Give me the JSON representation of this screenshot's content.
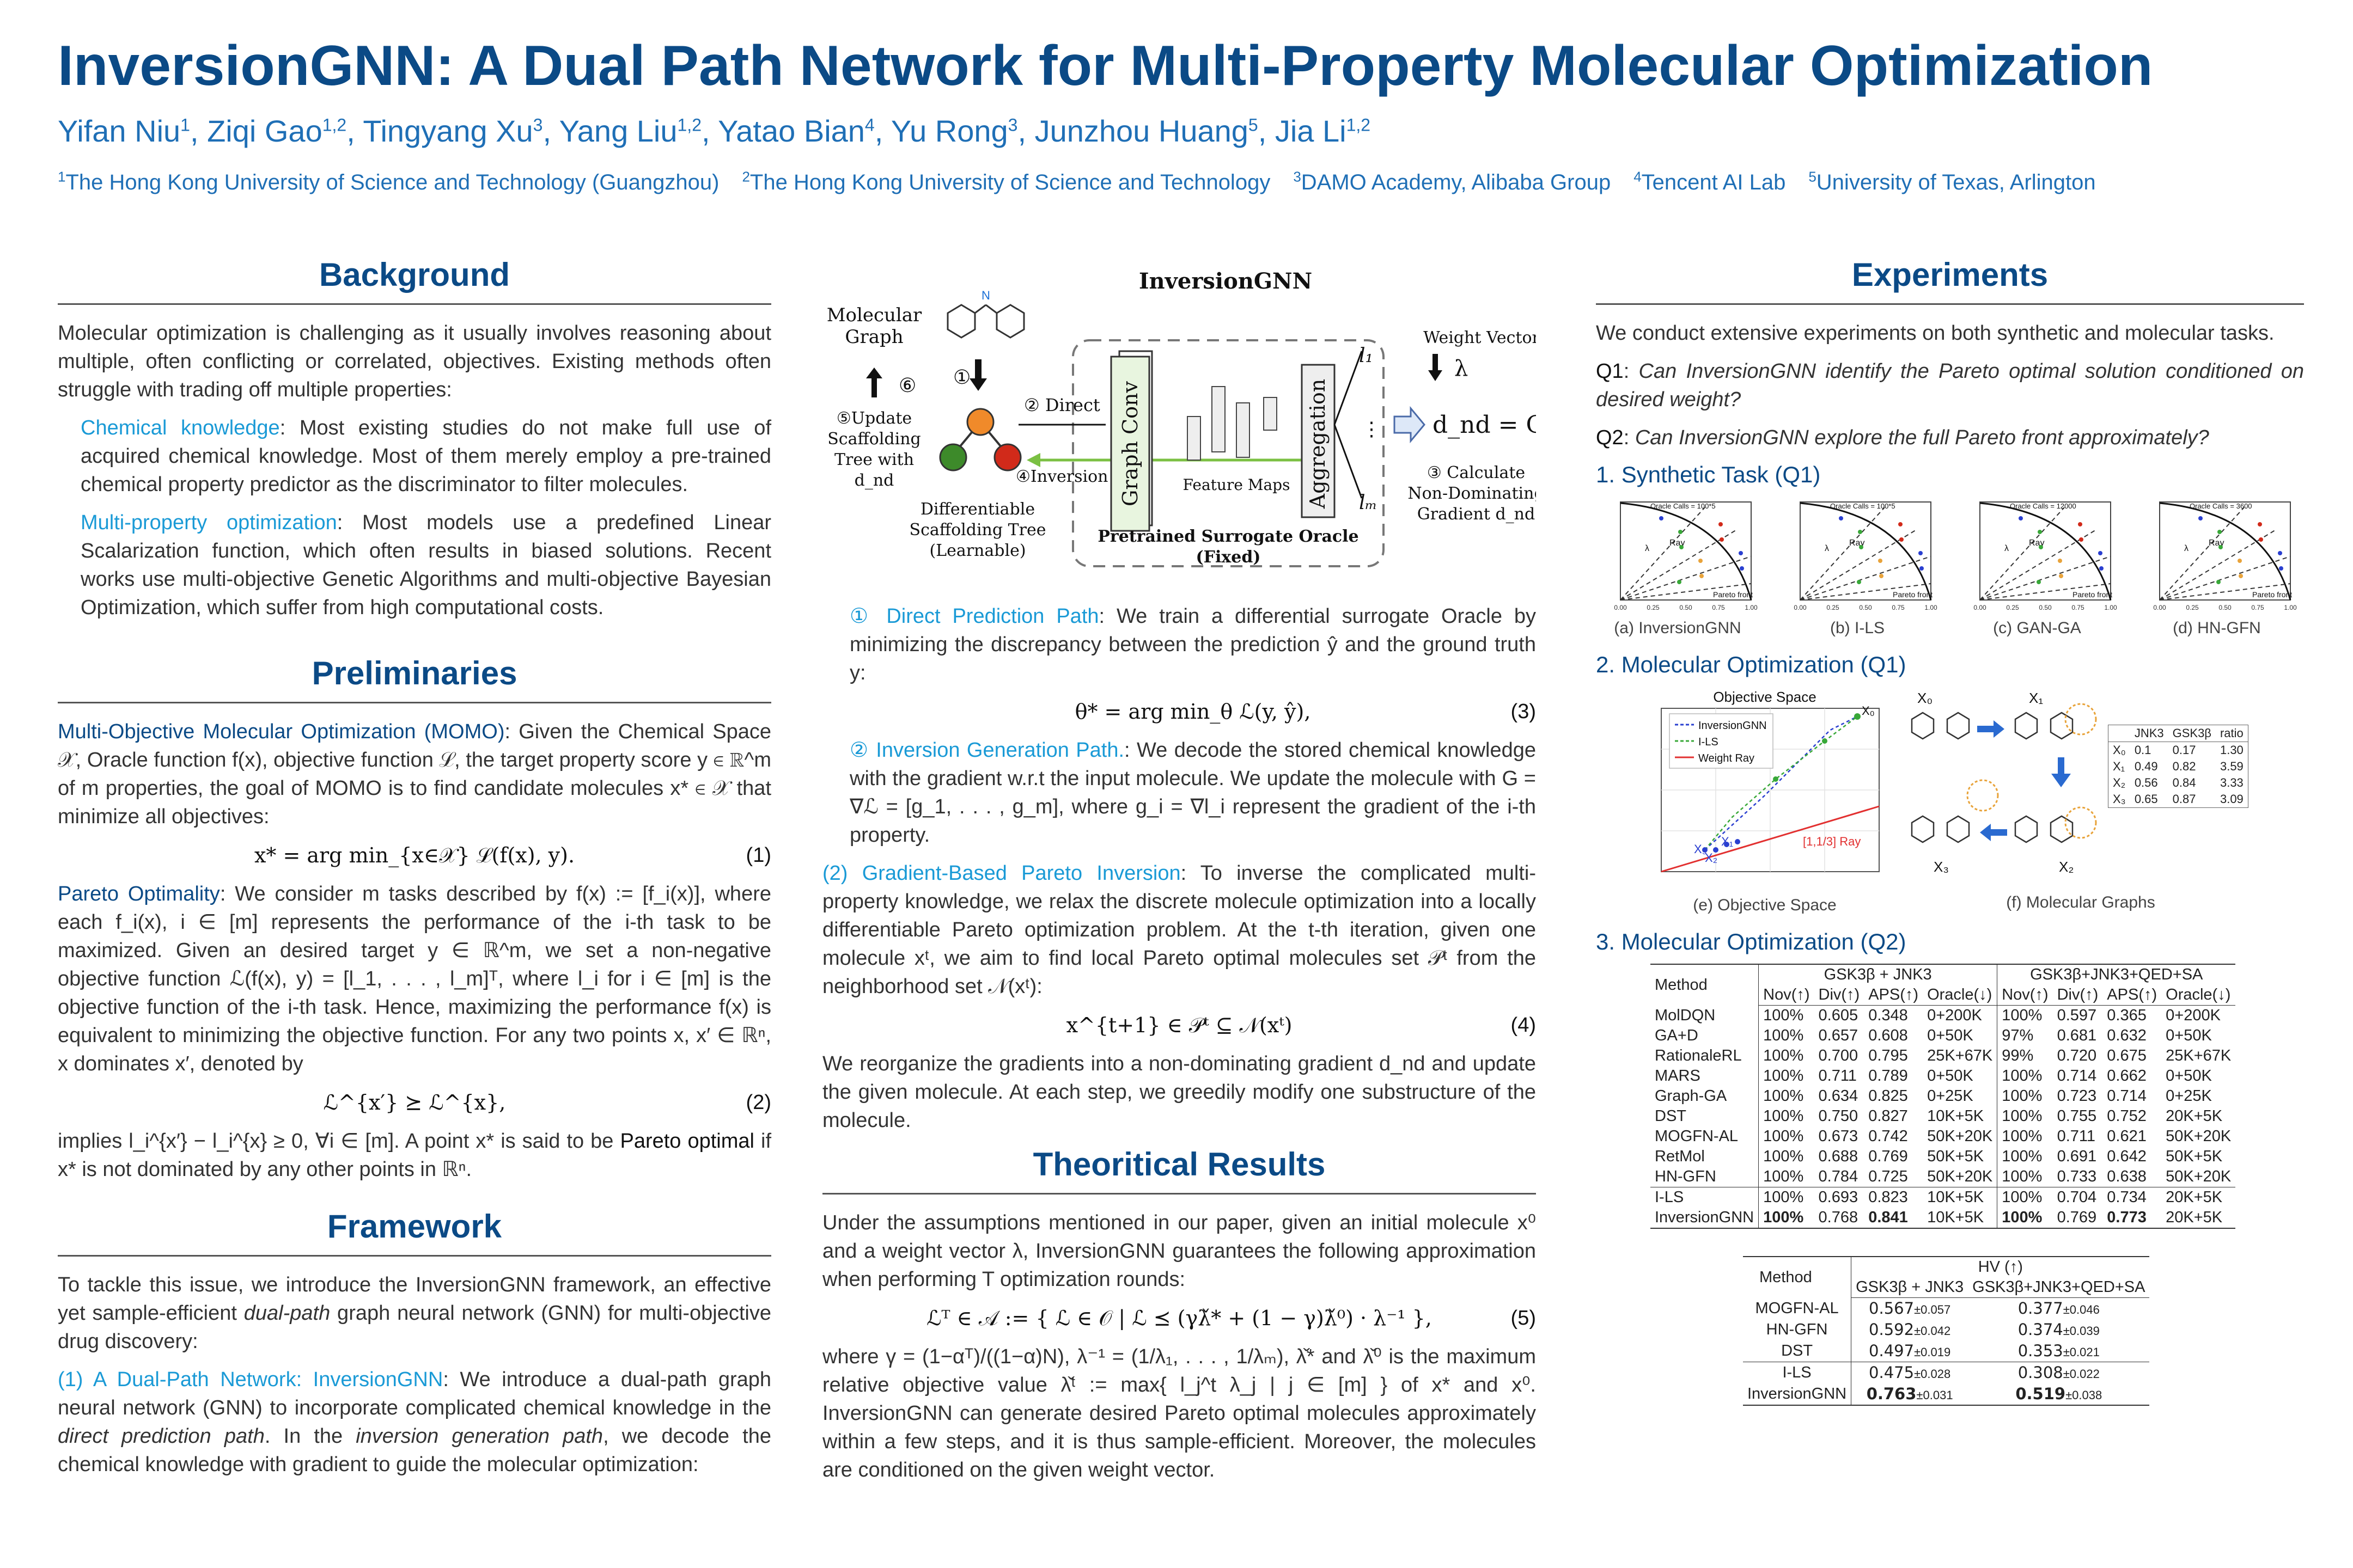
{
  "header": {
    "title": "InversionGNN: A Dual Path Network for Multi-Property Molecular Optimization",
    "authors": [
      {
        "name": "Yifan Niu",
        "sup": "1"
      },
      {
        "name": "Ziqi Gao",
        "sup": "1,2"
      },
      {
        "name": "Tingyang Xu",
        "sup": "3"
      },
      {
        "name": "Yang Liu",
        "sup": "1,2"
      },
      {
        "name": "Yatao Bian",
        "sup": "4"
      },
      {
        "name": "Yu Rong",
        "sup": "3"
      },
      {
        "name": "Junzhou Huang",
        "sup": "5"
      },
      {
        "name": "Jia Li",
        "sup": "1,2"
      }
    ],
    "affiliations": [
      {
        "sup": "1",
        "name": "The Hong Kong University of Science and Technology (Guangzhou)"
      },
      {
        "sup": "2",
        "name": "The Hong Kong University of Science and Technology"
      },
      {
        "sup": "3",
        "name": "DAMO Academy, Alibaba Group"
      },
      {
        "sup": "4",
        "name": "Tencent AI Lab"
      },
      {
        "sup": "5",
        "name": "University of Texas, Arlington"
      }
    ]
  },
  "background": {
    "heading": "Background",
    "intro": "Molecular optimization is challenging as it usually involves reasoning about multiple, often conflicting or correlated, objectives. Existing methods often struggle with trading off multiple properties:",
    "item1_label": "Chemical knowledge",
    "item1_text": ": Most existing studies do not make full use of acquired chemical knowledge. Most of them merely employ a pre-trained chemical property predictor as the discriminator to filter molecules.",
    "item2_label": "Multi-property optimization",
    "item2_text": ": Most models use a predefined Linear Scalarization function, which often results in biased solutions. Recent works use multi-objective Genetic Algorithms and multi-objective Bayesian Optimization, which suffer from high computational costs."
  },
  "preliminaries": {
    "heading": "Preliminaries",
    "momo_label": "Multi-Objective Molecular Optimization (MOMO)",
    "momo_text": ": Given the Chemical Space 𝒳, Oracle function f(x), objective function ℒ, the target property score y ∈ ℝ^m of m properties, the goal of MOMO is to find candidate molecules x* ∈ 𝒳 that minimize all objectives:",
    "eq1": "x* = arg min_{x∈𝒳} ℒ(f(x), y).",
    "eq1_num": "(1)",
    "pareto_label": "Pareto Optimality",
    "pareto_text": ": We consider m tasks described by f(x) := [f_i(x)], where each f_i(x), i ∈ [m] represents the performance of the i-th task to be maximized. Given an desired target y ∈ ℝ^m, we set a non-negative objective function ℒ(f(x), y) = [l_1, . . . , l_m]ᵀ, where l_i for i ∈ [m] is the objective function of the i-th task. Hence, maximizing the performance f(x) is equivalent to minimizing the objective function. For any two points x, x′ ∈ ℝⁿ, x dominates x′, denoted by",
    "eq2": "ℒ^{x′} ⪰ ℒ^{x},",
    "eq2_num": "(2)",
    "pareto_tail_pre": "implies l_i^{x′} − l_i^{x} ≥ 0, ∀i ∈ [m]. A point x* is said to be ",
    "pareto_tail_label": "Pareto optimal",
    "pareto_tail_post": " if x* is not dominated by any other points in ℝⁿ."
  },
  "framework": {
    "heading": "Framework",
    "intro_pre": "To tackle this issue, we introduce the InversionGNN framework, an effective yet sample-efficient ",
    "intro_em": "dual-path",
    "intro_post": " graph neural network (GNN) for multi-objective drug discovery:",
    "dual_label": "(1) A Dual-Path Network: InversionGNN",
    "dual_text_1": ": We introduce a dual-path graph neural network (GNN) to incorporate complicated chemical knowledge in the ",
    "dual_em1": "direct prediction path",
    "dual_text_2": ". In the ",
    "dual_em2": "inversion generation path",
    "dual_text_3": ", we decode the chemical knowledge with gradient to guide the molecular optimization:"
  },
  "diagram": {
    "title": "InversionGNN",
    "molecular_graph": "Molecular Graph",
    "step1": "①",
    "step6": "⑥",
    "step5_line1": "⑤Update",
    "step5_line2": "Scaffolding",
    "step5_line3": "Tree with",
    "step5_line4": "d_nd",
    "diff_tree_1": "Differentiable",
    "diff_tree_2": "Scaffolding Tree",
    "diff_tree_3": "(Learnable)",
    "direct": "② Direct",
    "inversion": "④Inversion",
    "graph_conv": "Graph Conv",
    "feature_maps": "Feature Maps",
    "aggregation": "Aggregation",
    "oracle_1": "Pretrained Surrogate Oracle",
    "oracle_2": "(Fixed)",
    "l1": "l₁",
    "lm": "lₘ",
    "weight_vector": "Weight Vector",
    "lambda": "λ",
    "dnd_eq": "d_nd = Gβ",
    "calc_1": "③ Calculate",
    "calc_2": "Non-Dominating",
    "calc_3": "Gradient d_nd"
  },
  "middle": {
    "direct_label": "① Direct Prediction Path",
    "direct_text": ": We train a differential surrogate Oracle by minimizing the discrepancy between the prediction ŷ and the ground truth y:",
    "eq3": "θ* = arg min_θ ℒ(y, ŷ),",
    "eq3_num": "(3)",
    "inv_label": "② Inversion Generation Path.",
    "inv_text": ": We decode the stored chemical knowledge with the gradient w.r.t the input molecule. We update the molecule with G = ∇ℒ = [g_1, . . . , g_m], where g_i = ∇l_i represent the gradient of the i-th property.",
    "gbpi_label": "(2) Gradient-Based Pareto Inversion",
    "gbpi_text": ": To inverse the complicated multi-property knowledge, we relax the discrete molecule optimization into a locally differentiable Pareto optimization problem. At the t-th iteration, given one molecule xᵗ, we aim to find local Pareto optimal molecules set 𝒫ᵗ from the neighborhood set 𝒩(xᵗ):",
    "eq4": "x^{t+1} ∈ 𝒫ᵗ ⊆ 𝒩(xᵗ)",
    "eq4_num": "(4)",
    "reorg_text": "We reorganize the gradients into a non-dominating gradient d_nd and update the given molecule. At each step, we greedily modify one substructure of the molecule.",
    "theory_heading": "Theoritical Results",
    "theory_text": "Under the assumptions mentioned in our paper, given an initial molecule x⁰ and a weight vector λ, InversionGNN guarantees the following approximation when performing T optimization rounds:",
    "eq5": "ℒᵀ ∈ 𝒜 := { ℒ ∈ 𝒪 | ℒ ⪯ (γλ̌* + (1 − γ)λ̌⁰) · λ⁻¹ },",
    "eq5_num": "(5)",
    "theory_tail": "where γ = (1−αᵀ)/((1−α)N), λ⁻¹ = (1/λ₁, . . . , 1/λₘ), λ̌* and λ̌⁰ is the maximum relative objective value λ̌ᵗ := max{ l_j^t λ_j | j ∈ [m] } of x* and x⁰. InversionGNN can generate desired Pareto optimal molecules approximately within a few steps, and it is thus sample-efficient. Moreover, the molecules are conditioned on the given weight vector."
  },
  "experiments": {
    "heading": "Experiments",
    "intro": "We conduct extensive experiments on both synthetic and molecular tasks.",
    "q1_label": "Q1",
    "q1_text": "Can InversionGNN identify the Pareto optimal solution conditioned on desired weight?",
    "q2_label": "Q2",
    "q2_text": "Can InversionGNN explore the full Pareto front approximately?",
    "sub1": "1. Synthetic Task (Q1)",
    "sub2": "2. Molecular Optimization (Q1)",
    "sub3": "3. Molecular Optimization (Q2)",
    "synthetic_plots": [
      {
        "caption": "(a) InversionGNN",
        "oracle": "Oracle Calls = 100*5"
      },
      {
        "caption": "(b) I-LS",
        "oracle": "Oracle Calls = 100*5"
      },
      {
        "caption": "(c) GAN-GA",
        "oracle": "Oracle Calls = 12000"
      },
      {
        "caption": "(d) HN-GFN",
        "oracle": "Oracle Calls = 3600"
      }
    ],
    "plot_ray": "Ray",
    "plot_front": "Pareto front",
    "plot_ticks_x": [
      "0.00",
      "0.25",
      "0.50",
      "0.75",
      "1.00"
    ],
    "plot_lambda": "λ",
    "obj_space_caption": "(e) Objective Space",
    "obj_space_title": "Objective Space",
    "obj_legend": [
      "InversionGNN",
      "I-LS",
      "Weight Ray"
    ],
    "obj_ray_label": "[1,1/3] Ray",
    "mol_graph_caption": "(f) Molecular Graphs",
    "mol_labels": [
      "X₀",
      "X₁",
      "X₂",
      "X₃"
    ],
    "mini_table": {
      "headers": [
        "",
        "JNK3",
        "GSK3β",
        "ratio"
      ],
      "rows": [
        [
          "X₀",
          "0.1",
          "0.17",
          "1.30"
        ],
        [
          "X₁",
          "0.49",
          "0.82",
          "3.59"
        ],
        [
          "X₂",
          "0.56",
          "0.84",
          "3.33"
        ],
        [
          "X₃",
          "0.65",
          "0.87",
          "3.09"
        ]
      ]
    },
    "table1": {
      "method_header": "Method",
      "group1": "GSK3β + JNK3",
      "group2": "GSK3β+JNK3+QED+SA",
      "subheaders": [
        "Nov(↑)",
        "Div(↑)",
        "APS(↑)",
        "Oracle(↓)",
        "Nov(↑)",
        "Div(↑)",
        "APS(↑)",
        "Oracle(↓)"
      ],
      "rows": [
        [
          "MolDQN",
          "100%",
          "0.605",
          "0.348",
          "0+200K",
          "100%",
          "0.597",
          "0.365",
          "0+200K"
        ],
        [
          "GA+D",
          "100%",
          "0.657",
          "0.608",
          "0+50K",
          "97%",
          "0.681",
          "0.632",
          "0+50K"
        ],
        [
          "RationaleRL",
          "100%",
          "0.700",
          "0.795",
          "25K+67K",
          "99%",
          "0.720",
          "0.675",
          "25K+67K"
        ],
        [
          "MARS",
          "100%",
          "0.711",
          "0.789",
          "0+50K",
          "100%",
          "0.714",
          "0.662",
          "0+50K"
        ],
        [
          "Graph-GA",
          "100%",
          "0.634",
          "0.825",
          "0+25K",
          "100%",
          "0.723",
          "0.714",
          "0+25K"
        ],
        [
          "DST",
          "100%",
          "0.750",
          "0.827",
          "10K+5K",
          "100%",
          "0.755",
          "0.752",
          "20K+5K"
        ],
        [
          "MOGFN-AL",
          "100%",
          "0.673",
          "0.742",
          "50K+20K",
          "100%",
          "0.711",
          "0.621",
          "50K+20K"
        ],
        [
          "RetMol",
          "100%",
          "0.688",
          "0.769",
          "50K+5K",
          "100%",
          "0.691",
          "0.642",
          "50K+5K"
        ],
        [
          "HN-GFN",
          "100%",
          "0.784",
          "0.725",
          "50K+20K",
          "100%",
          "0.733",
          "0.638",
          "50K+20K"
        ],
        [
          "I-LS",
          "100%",
          "0.693",
          "0.823",
          "10K+5K",
          "100%",
          "0.704",
          "0.734",
          "20K+5K"
        ],
        [
          "InversionGNN",
          "100%",
          "0.768",
          "0.841",
          "10K+5K",
          "100%",
          "0.769",
          "0.773",
          "20K+5K"
        ]
      ]
    },
    "table2": {
      "method_header": "Method",
      "hv_header": "HV (↑)",
      "col1": "GSK3β + JNK3",
      "col2": "GSK3β+JNK3+QED+SA",
      "rows": [
        [
          "MOGFN-AL",
          "0.567",
          "±0.057",
          "0.377",
          "±0.046"
        ],
        [
          "HN-GFN",
          "0.592",
          "±0.042",
          "0.374",
          "±0.039"
        ],
        [
          "DST",
          "0.497",
          "±0.019",
          "0.353",
          "±0.021"
        ],
        [
          "I-LS",
          "0.475",
          "±0.028",
          "0.308",
          "±0.022"
        ],
        [
          "InversionGNN",
          "0.763",
          "±0.031",
          "0.519",
          "±0.038"
        ]
      ]
    }
  }
}
